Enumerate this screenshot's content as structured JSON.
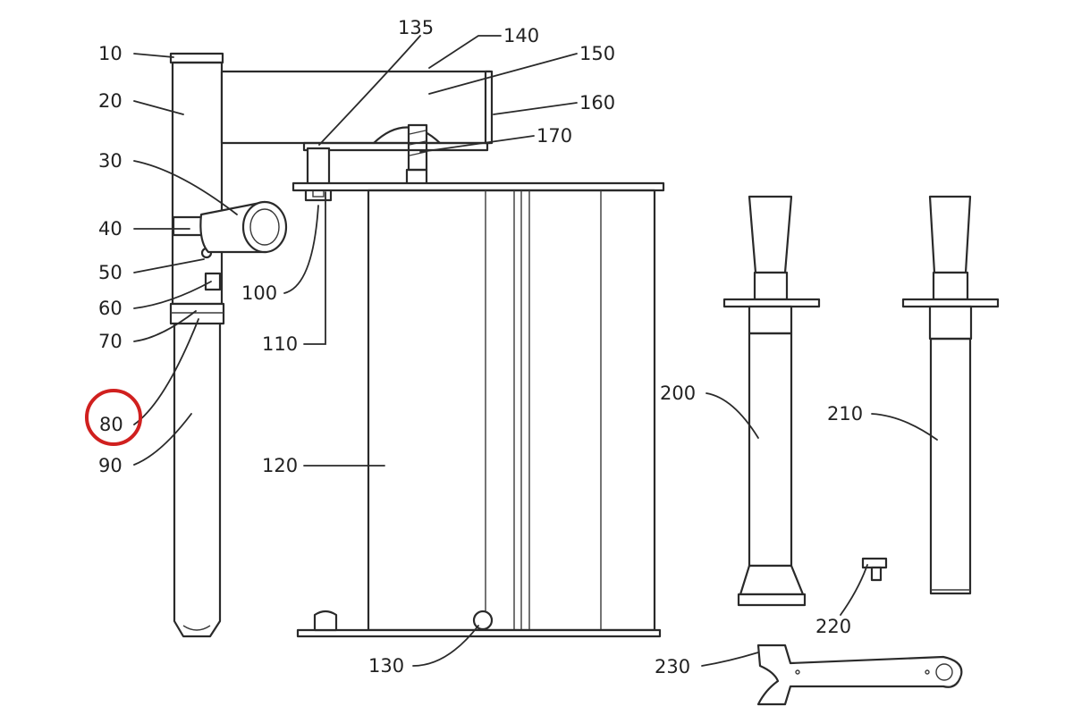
{
  "labels": {
    "l10": "10",
    "l20": "20",
    "l30": "30",
    "l40": "40",
    "l50": "50",
    "l60": "60",
    "l70": "70",
    "l80": "80",
    "l90": "90",
    "l100": "100",
    "l110": "110",
    "l120": "120",
    "l130": "130",
    "l135": "135",
    "l140": "140",
    "l150": "150",
    "l160": "160",
    "l170": "170",
    "l200": "200",
    "l210": "210",
    "l220": "220",
    "l230": "230"
  },
  "highlighted_label": "80",
  "colors": {
    "line": "#2a2a2a",
    "highlight": "#d0201f",
    "background": "#ffffff"
  }
}
